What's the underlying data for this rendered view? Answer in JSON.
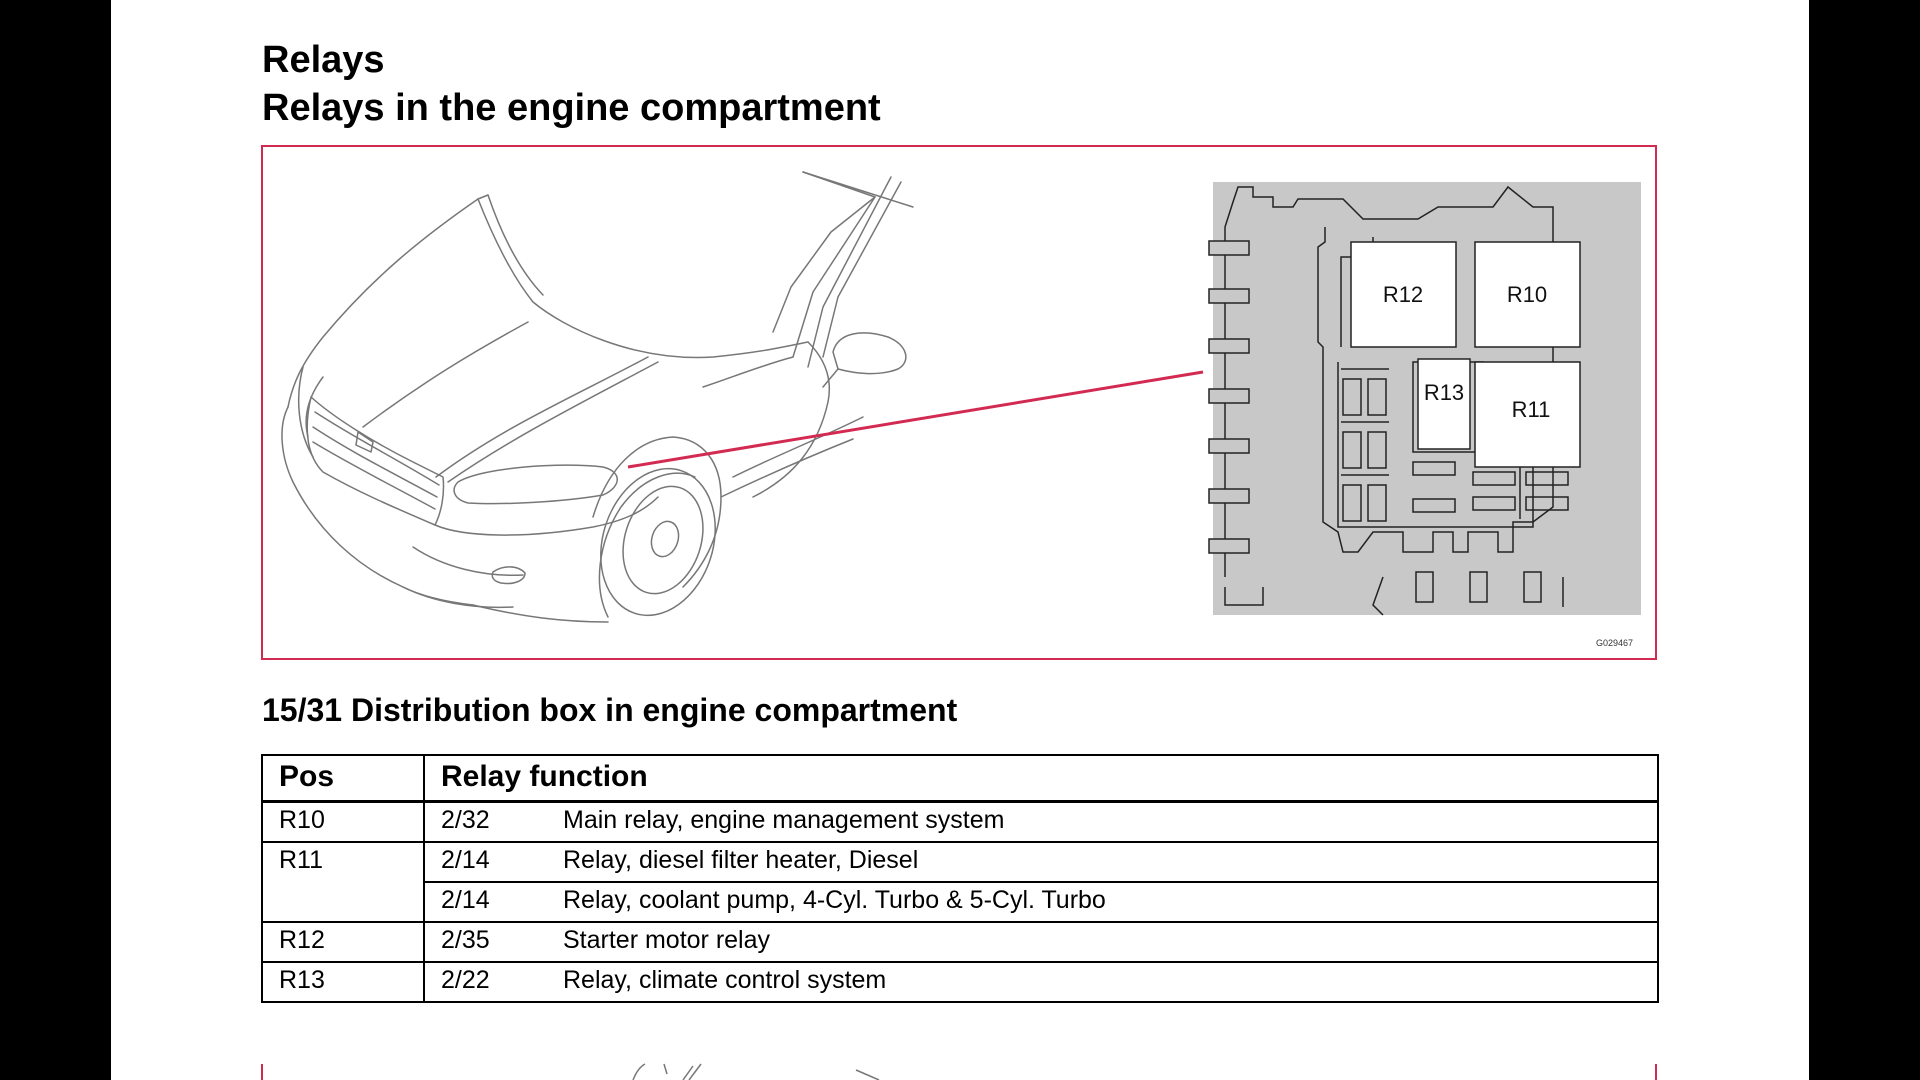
{
  "headings": {
    "title": "Relays",
    "subtitle": "Relays in the engine compartment",
    "section": "15/31 Distribution box in engine compartment"
  },
  "figure": {
    "code": "G029467",
    "relay_labels": {
      "r12": "R12",
      "r10": "R10",
      "r13": "R13",
      "r11": "R11"
    },
    "colors": {
      "frame": "#d32a52",
      "box_bg": "#c8c8c8",
      "relay_fill": "#ffffff"
    }
  },
  "table": {
    "headers": {
      "pos": "Pos",
      "function": "Relay function"
    },
    "rows": [
      {
        "pos": "R10",
        "code": "2/32",
        "desc": "Main relay, engine management system"
      },
      {
        "pos": "R11",
        "code": "2/14",
        "desc": "Relay, diesel filter heater, Diesel"
      },
      {
        "pos": "",
        "code": "2/14",
        "desc": "Relay, coolant pump, 4-Cyl. Turbo & 5-Cyl. Turbo"
      },
      {
        "pos": "R12",
        "code": "2/35",
        "desc": "Starter motor relay"
      },
      {
        "pos": "R13",
        "code": "2/22",
        "desc": "Relay, climate control system"
      }
    ]
  }
}
